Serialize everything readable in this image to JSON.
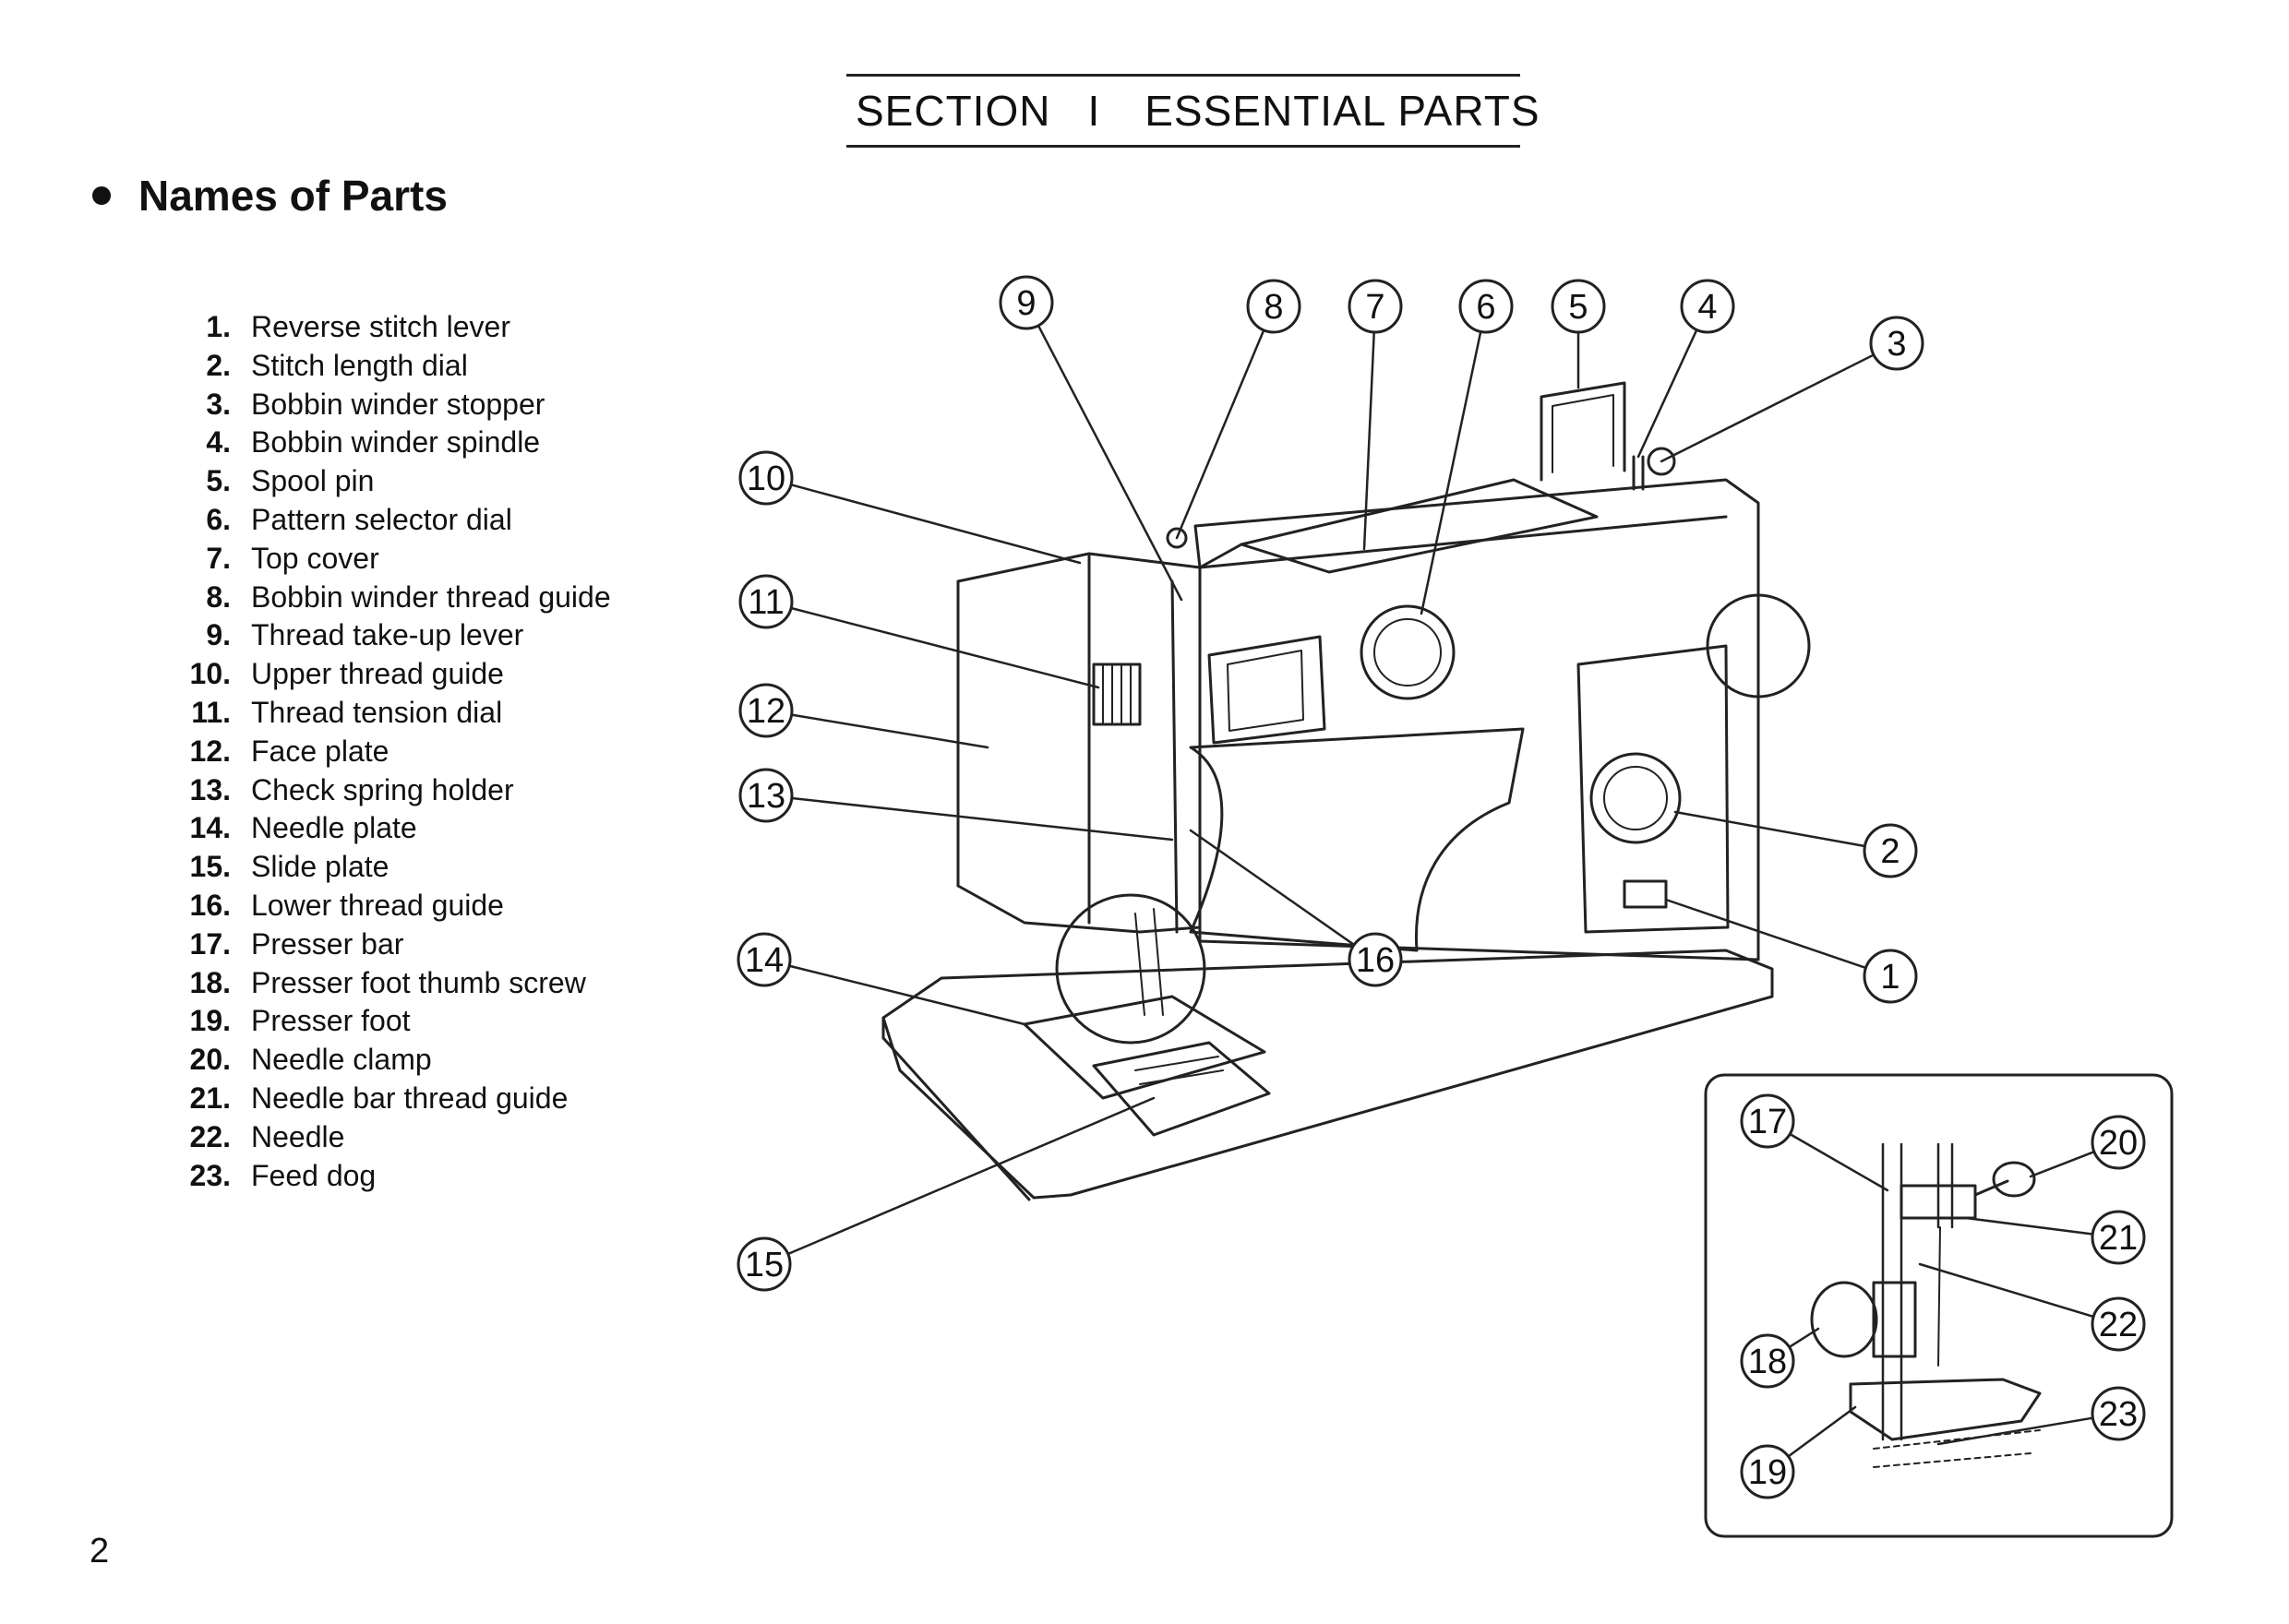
{
  "section": {
    "label": "SECTION",
    "roman": "I",
    "title": "ESSENTIAL PARTS"
  },
  "heading": "Names of Parts",
  "parts": [
    {
      "num": "1.",
      "name": "Reverse stitch lever"
    },
    {
      "num": "2.",
      "name": "Stitch length dial"
    },
    {
      "num": "3.",
      "name": "Bobbin winder stopper"
    },
    {
      "num": "4.",
      "name": "Bobbin winder spindle"
    },
    {
      "num": "5.",
      "name": "Spool pin"
    },
    {
      "num": "6.",
      "name": "Pattern selector dial"
    },
    {
      "num": "7.",
      "name": "Top cover"
    },
    {
      "num": "8.",
      "name": "Bobbin winder thread guide"
    },
    {
      "num": "9.",
      "name": "Thread take-up lever"
    },
    {
      "num": "10.",
      "name": "Upper thread guide"
    },
    {
      "num": "11.",
      "name": "Thread tension dial"
    },
    {
      "num": "12.",
      "name": "Face plate"
    },
    {
      "num": "13.",
      "name": "Check spring holder"
    },
    {
      "num": "14.",
      "name": "Needle plate"
    },
    {
      "num": "15.",
      "name": "Slide plate"
    },
    {
      "num": "16.",
      "name": "Lower thread guide"
    },
    {
      "num": "17.",
      "name": "Presser bar"
    },
    {
      "num": "18.",
      "name": "Presser foot thumb screw"
    },
    {
      "num": "19.",
      "name": "Presser foot"
    },
    {
      "num": "20.",
      "name": "Needle clamp"
    },
    {
      "num": "21.",
      "name": "Needle bar thread guide"
    },
    {
      "num": "22.",
      "name": "Needle"
    },
    {
      "num": "23.",
      "name": "Feed dog"
    }
  ],
  "callouts": [
    "1",
    "2",
    "3",
    "4",
    "5",
    "6",
    "7",
    "8",
    "9",
    "10",
    "11",
    "12",
    "13",
    "14",
    "15",
    "16",
    "17",
    "18",
    "19",
    "20",
    "21",
    "22",
    "23"
  ],
  "page_number": "2"
}
